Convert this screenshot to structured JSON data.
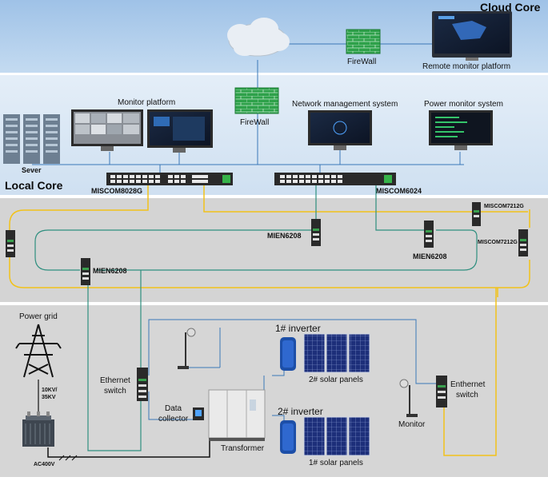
{
  "zones": {
    "cloud": "Cloud Core",
    "local": "Local Core"
  },
  "cloud": {
    "firewall": "FireWall",
    "remote_monitor": "Remote monitor platform"
  },
  "local": {
    "monitor_platform": "Monitor platform",
    "network_management": "Network management system",
    "power_monitor": "Power monitor system",
    "firewall": "FireWall",
    "server": "Sever",
    "switch_left": "MISCOM8028G",
    "switch_right": "MISCOM6024"
  },
  "ring": {
    "mien_a": "MIEN6208",
    "mien_b": "MIEN6208",
    "mien_c": "MIEN6208",
    "miscom_a": "MISCOM7212G",
    "miscom_b": "MISCOM7212G"
  },
  "field": {
    "power_grid": "Power grid",
    "voltage_1": "10KV/",
    "voltage_2": "35KV",
    "ac400": "AC400V",
    "ethernet_switch_l1": "Ethernet",
    "ethernet_switch_l2": "switch",
    "data_collector_l1": "Data",
    "data_collector_l2": "collector",
    "transformer": "Transformer",
    "inverter_1": "1# inverter",
    "inverter_2": "2# inverter",
    "panels_2": "2# solar panels",
    "panels_1": "1# solar panels",
    "monitor": "Monitor",
    "ethernet_switch_r1": "Enthernet",
    "ethernet_switch_r2": "switch"
  },
  "colors": {
    "cloud_band": "#a9c9ea",
    "local_band": "#d7e6f5",
    "ring_band": "#d3d3d3",
    "field_band": "#d6d6d6",
    "yellow_ring": "#f2c21a",
    "green_ring": "#2f8f7f",
    "blue_link": "#3a78b8"
  }
}
